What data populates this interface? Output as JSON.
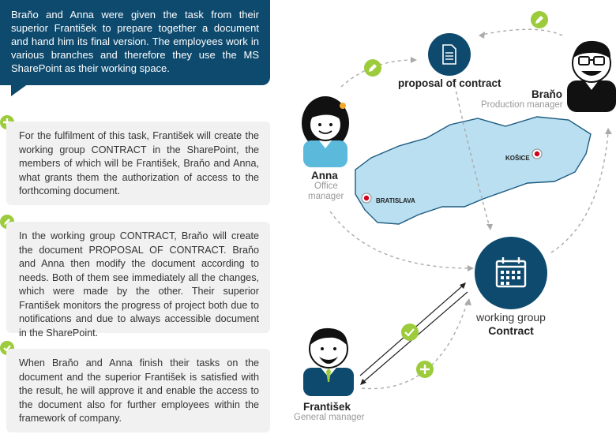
{
  "intro_text": "Braňo and Anna were given the task from their superior František to prepare together a document and hand him its final version. The employees work in various branches and therefore they use the MS SharePoint as their working space.",
  "steps": [
    {
      "icon": "plus-icon",
      "text": "For the fulfilment of this task, František will create the working group CONTRACT in the SharePoint, the members of which will be František, Braňo and Anna, what grants them the authorization of access to the forthcoming document."
    },
    {
      "icon": "pencil-icon",
      "text": "In the working group CONTRACT, Braňo will create the document PROPOSAL OF CONTRACT. Braňo and Anna then modify the document according to needs. Both of them see immediately all the changes, which were made by the other. Their superior František monitors the progress of project both due to notifications and due to always accessible document in the SharePoint."
    },
    {
      "icon": "check-icon",
      "text": "When Braňo and Anna finish their tasks on the document and the superior František is satisfied with the result, he will approve it and enable the access to the document also for further employees within the framework of company."
    }
  ],
  "diagram": {
    "proposal_label": "proposal of contract",
    "brano": {
      "name": "Braňo",
      "role": "Production manager"
    },
    "anna": {
      "name": "Anna",
      "role_line1": "Office",
      "role_line2": "manager"
    },
    "frantisek": {
      "name": "František",
      "role": "General manager"
    },
    "group_line1": "working group",
    "group_line2": "Contract",
    "cities": [
      "KOŠICE",
      "BRATISLAVA"
    ]
  },
  "colors": {
    "navy": "#0d4a6e",
    "green": "#9ccb3b",
    "map": "#b9dff1",
    "gray_box": "#f1f1f1"
  }
}
